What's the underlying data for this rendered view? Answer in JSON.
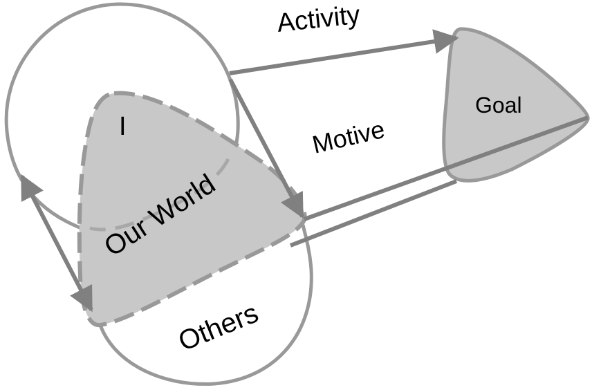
{
  "diagram": {
    "title": "Activity Motive Goal diagram",
    "nodes": {
      "self": {
        "label": "I"
      },
      "our_world": {
        "label": "Our World"
      },
      "others": {
        "label": "Others"
      },
      "goal": {
        "label": "Goal"
      }
    },
    "edges": {
      "activity": {
        "label": "Activity",
        "from": "I",
        "to": "Goal"
      },
      "motive": {
        "label": "Motive",
        "from": "Our World",
        "to": "Goal"
      },
      "self_to_world": {
        "from": "I",
        "to": "Our World"
      },
      "self_others": {
        "from": "I",
        "to": "Others",
        "bidirectional": true
      }
    },
    "colors": {
      "fill": "#c8c8c8",
      "outline": "#999999",
      "arrow": "#808080",
      "text": "#000000"
    }
  }
}
